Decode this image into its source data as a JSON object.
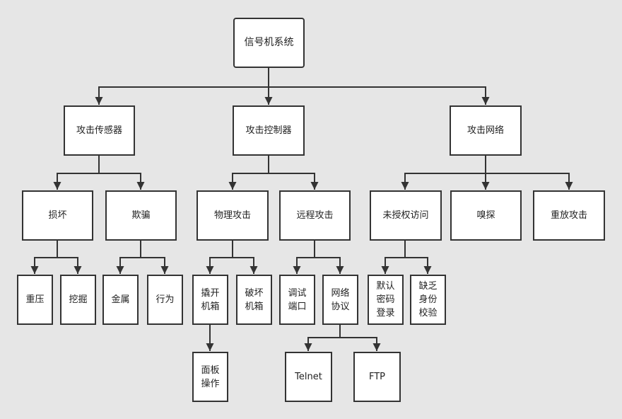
{
  "diagram": {
    "colors": {
      "background": "#e6e6e6",
      "box_fill": "#ffffff",
      "box_stroke": "#333333",
      "edge": "#333333"
    },
    "root": "信号机系统",
    "l1": {
      "sensor": "攻击传感器",
      "controller": "攻击控制器",
      "network": "攻击网络"
    },
    "sensor": {
      "damage": "损坏",
      "deceive": "欺骗"
    },
    "damage": {
      "press": "重压",
      "dig": "挖掘"
    },
    "deceive": {
      "metal": "金属",
      "behavior": "行为"
    },
    "controller": {
      "physical": "物理攻击",
      "remote": "远程攻击"
    },
    "physical": {
      "pry": "撬开\n机箱",
      "break": "破坏\n机箱"
    },
    "pry": {
      "panel": "面板\n操作"
    },
    "remote": {
      "debug": "调试\n端口",
      "protocol": "网络\n协议"
    },
    "protocol": {
      "telnet": "Telnet",
      "ftp": "FTP"
    },
    "network": {
      "unauth": "未授权访问",
      "sniff": "嗅探",
      "replay": "重放攻击"
    },
    "unauth": {
      "default_pwd": "默认\n密码\n登录",
      "no_auth": "缺乏\n身份\n校验"
    }
  }
}
